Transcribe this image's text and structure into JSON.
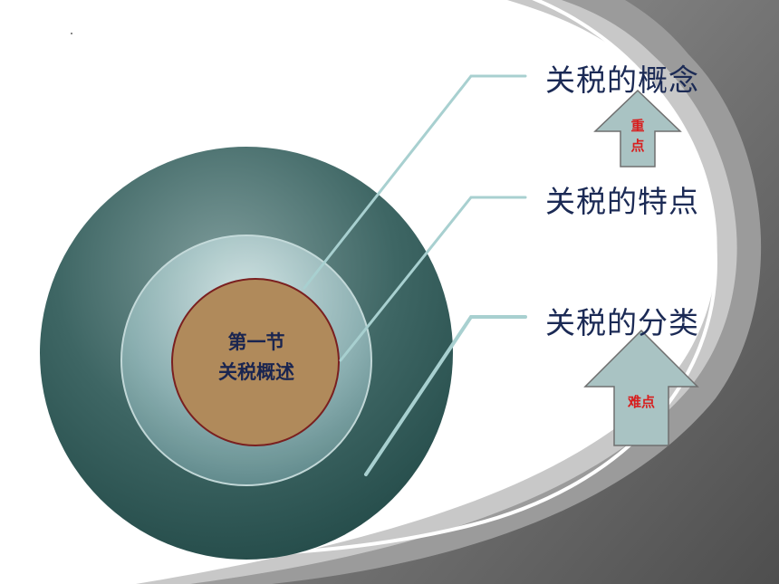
{
  "center": {
    "line1": "第一节",
    "line2": "关税概述"
  },
  "topics": [
    {
      "label": "关税的概念"
    },
    {
      "label": "关税的特点"
    },
    {
      "label": "关税的分类"
    }
  ],
  "badges": {
    "key_point": "重点",
    "difficult_point": "难点"
  },
  "colors": {
    "outer_ring": "#2f5a58",
    "middle_ring": "#8fb3b5",
    "core": "#b08a5b",
    "core_border": "#7a1f1f",
    "arrow_fill": "#a9c3c3",
    "badge_text": "#d81e1e",
    "topic_text": "#1b2a55",
    "background_swoosh": "#6b6b6b"
  }
}
